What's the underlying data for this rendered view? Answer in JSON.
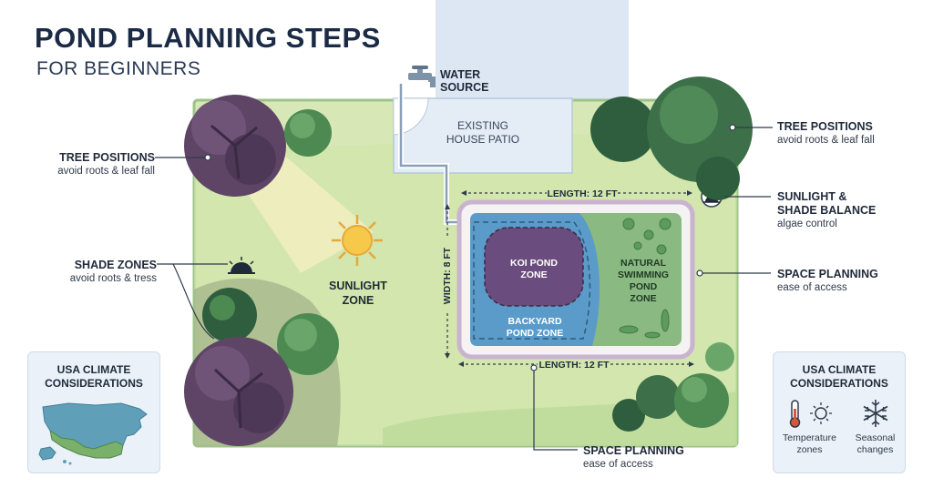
{
  "title": "POND PLANNING STEPS",
  "subtitle": "FOR BEGINNERS",
  "labels": {
    "water_source": "WATER\nSOURCE",
    "patio": "EXISTING\nHOUSE PATIO",
    "sunlight_zone": "SUNLIGHT\nZONE",
    "koi_zone": "KOI POND\nZONE",
    "backyard_zone": "BACKYARD\nPOND ZONE",
    "natural_zone": "NATURAL\nSWIMMING\nPOND\nZONE",
    "length_top": "LENGTH: 12 FT",
    "length_bottom": "LENGTH: 12 FT",
    "width": "WIDTH: 8 FT"
  },
  "callouts": {
    "tree_left": {
      "title": "TREE POSITIONS",
      "sub": "avoid roots & leaf fall"
    },
    "shade_left": {
      "title": "SHADE ZONES",
      "sub": "avoid roots & tress"
    },
    "tree_right": {
      "title": "TREE POSITIONS",
      "sub": "avoid roots & leaf fall"
    },
    "sunlight_balance": {
      "title": "SUNLIGHT &\nSHADE BALANCE",
      "sub": "algae control"
    },
    "space_right": {
      "title": "SPACE PLANNING",
      "sub": "ease of access"
    },
    "space_bottom": {
      "title": "SPACE PLANNING",
      "sub": "ease of access"
    }
  },
  "climate_left": {
    "title": "USA CLIMATE\nCONSIDERATIONS"
  },
  "climate_right": {
    "title": "USA CLIMATE\nCONSIDERATIONS",
    "item1": "Temperature\nzones",
    "item2": "Seasonal\nchanges"
  },
  "colors": {
    "lawn": "#d7e8b6",
    "lawn_border": "#9cc48a",
    "pond_blue": "#5b9bc9",
    "koi_purple": "#6a4d7e",
    "natural_green": "#8ab982",
    "tree_purple": "#5e4566",
    "tree_green": "#3d7048",
    "patio": "#e4edf6"
  },
  "icons": [
    "faucet-icon",
    "sun-icon",
    "shade-dome-icon",
    "thermometer-icon",
    "sun-small-icon",
    "snowflake-icon",
    "usa-map-icon"
  ]
}
